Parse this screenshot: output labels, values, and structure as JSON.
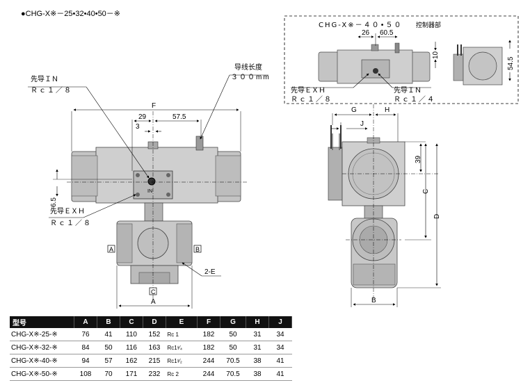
{
  "title": "●CHG-X※－25•32•40•50－※",
  "front_view": {
    "pilot_in_label": "先导ＩＮ",
    "pilot_in_port": "Ｒｃ１／８",
    "pilot_exh_label": "先导ＥＸＨ",
    "pilot_exh_port": "Ｒｃ１／８",
    "lead_len_label": "导线长度",
    "lead_len_value": "３００mm",
    "dim_F": "F",
    "dim_29": "29",
    "dim_57_5": "57.5",
    "dim_3": "3",
    "dim_6_5": "6.5",
    "dim_A": "A",
    "dim_2E": "2-E",
    "port_A": "A",
    "port_B": "B",
    "port_C": "C",
    "in_mark": "IN"
  },
  "controller_box": {
    "title": "CHG-X※－４０•５０",
    "subtitle": "控制器部",
    "dim_26": "26",
    "dim_60_5": "60.5",
    "dim_10": "10",
    "dim_54_5": "54.5",
    "pilot_exh_label": "先导ＥＸＨ",
    "pilot_exh_port": "Ｒｃ１／８",
    "pilot_in_label": "先导ＩＮ",
    "pilot_in_port": "Ｒｃ１／４"
  },
  "side_view": {
    "dim_G": "G",
    "dim_H": "H",
    "dim_J": "J",
    "dim_39": "39",
    "dim_C": "C",
    "dim_D": "D",
    "dim_B": "B"
  },
  "table": {
    "headers": [
      "型号",
      "A",
      "B",
      "C",
      "D",
      "E",
      "F",
      "G",
      "H",
      "J"
    ],
    "rows": [
      [
        "CHG-X※-25-※",
        "76",
        "41",
        "110",
        "152",
        "Rc 1",
        "182",
        "50",
        "31",
        "34"
      ],
      [
        "CHG-X※-32-※",
        "84",
        "50",
        "116",
        "163",
        "Rc1¹⁄₄",
        "182",
        "50",
        "31",
        "34"
      ],
      [
        "CHG-X※-40-※",
        "94",
        "57",
        "162",
        "215",
        "Rc1¹⁄₂",
        "244",
        "70.5",
        "38",
        "41"
      ],
      [
        "CHG-X※-50-※",
        "108",
        "70",
        "171",
        "232",
        "Rc 2",
        "244",
        "70.5",
        "38",
        "41"
      ]
    ]
  },
  "colors": {
    "body_gray": "#c8c8c8",
    "dark_gray": "#9a9a9a",
    "line": "#222222"
  }
}
